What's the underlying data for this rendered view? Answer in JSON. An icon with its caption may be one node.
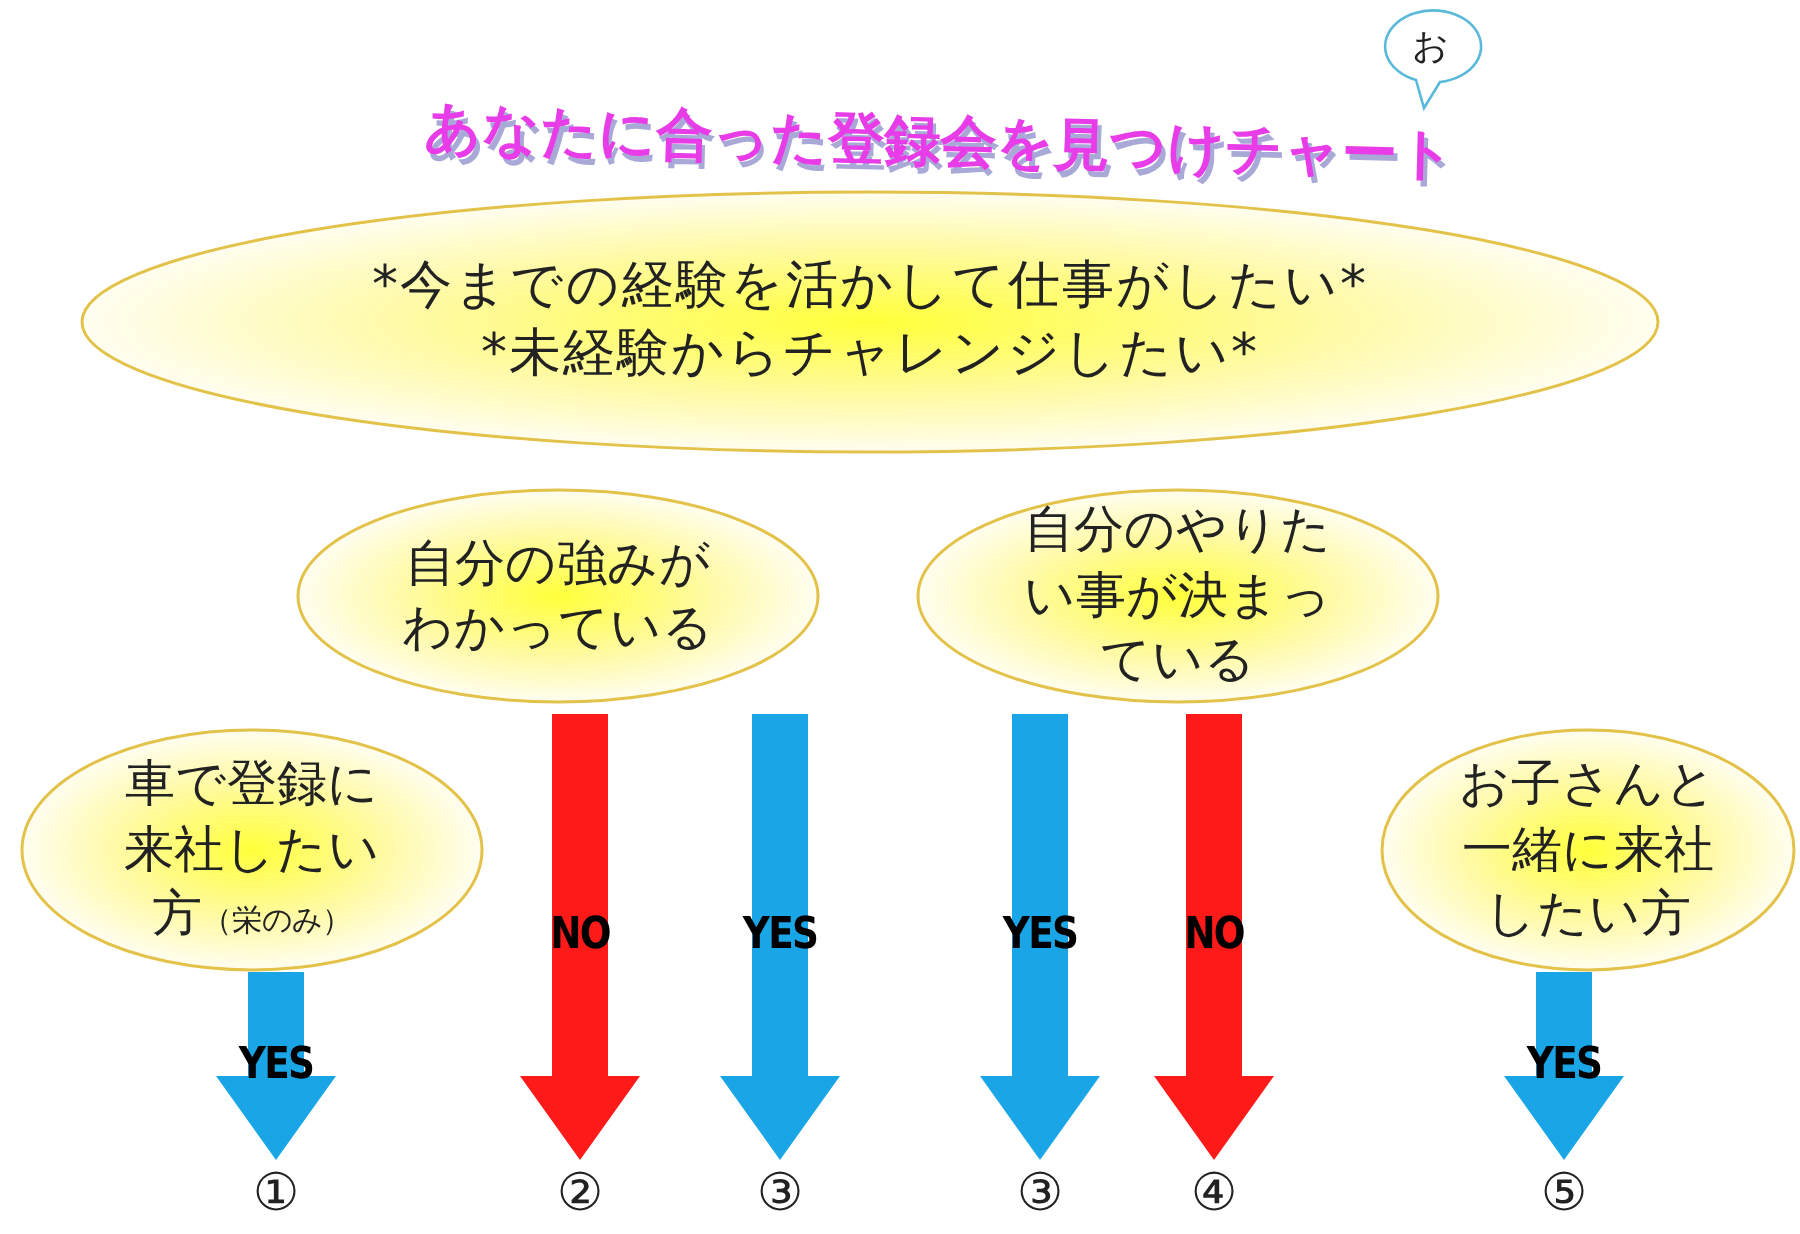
{
  "diagram": {
    "title": "あなたに合った登録会を見つけチャート",
    "nodes": [
      {
        "text": [
          "*今までの経験を活かして仕事がしたい*",
          "*未経験からチャレンジしたい*"
        ]
      },
      {
        "text": [
          "自分の強みがわかっている"
        ]
      },
      {
        "text": [
          "自分のやりたい事が決まっている"
        ]
      },
      {
        "text": [
          "車で登録に来社したい方",
          "（栄のみ）"
        ]
      },
      {
        "text": [
          "お子さんと一緒に来社したい方"
        ]
      },
      {
        "text": [
          "お"
        ]
      },
      {
        "text": [
          "①"
        ]
      },
      {
        "text": [
          "②"
        ]
      },
      {
        "text": [
          "③"
        ]
      },
      {
        "text": [
          "③"
        ]
      },
      {
        "text": [
          "④"
        ]
      },
      {
        "text": [
          "⑤"
        ]
      }
    ],
    "edges": [
      {
        "from": 3,
        "to": 6,
        "arrow": "to",
        "label": "YES"
      },
      {
        "from": 1,
        "to": 7,
        "arrow": "to",
        "label": "NO",
        "color": "#ff1a1a"
      },
      {
        "from": 1,
        "to": 8,
        "arrow": "to",
        "label": "YES"
      },
      {
        "from": 2,
        "to": 9,
        "arrow": "to",
        "label": "YES"
      },
      {
        "from": 2,
        "to": 10,
        "arrow": "to",
        "label": "NO",
        "color": "#ff1a1a"
      },
      {
        "from": 4,
        "to": 11,
        "arrow": "to",
        "label": "YES"
      }
    ]
  }
}
